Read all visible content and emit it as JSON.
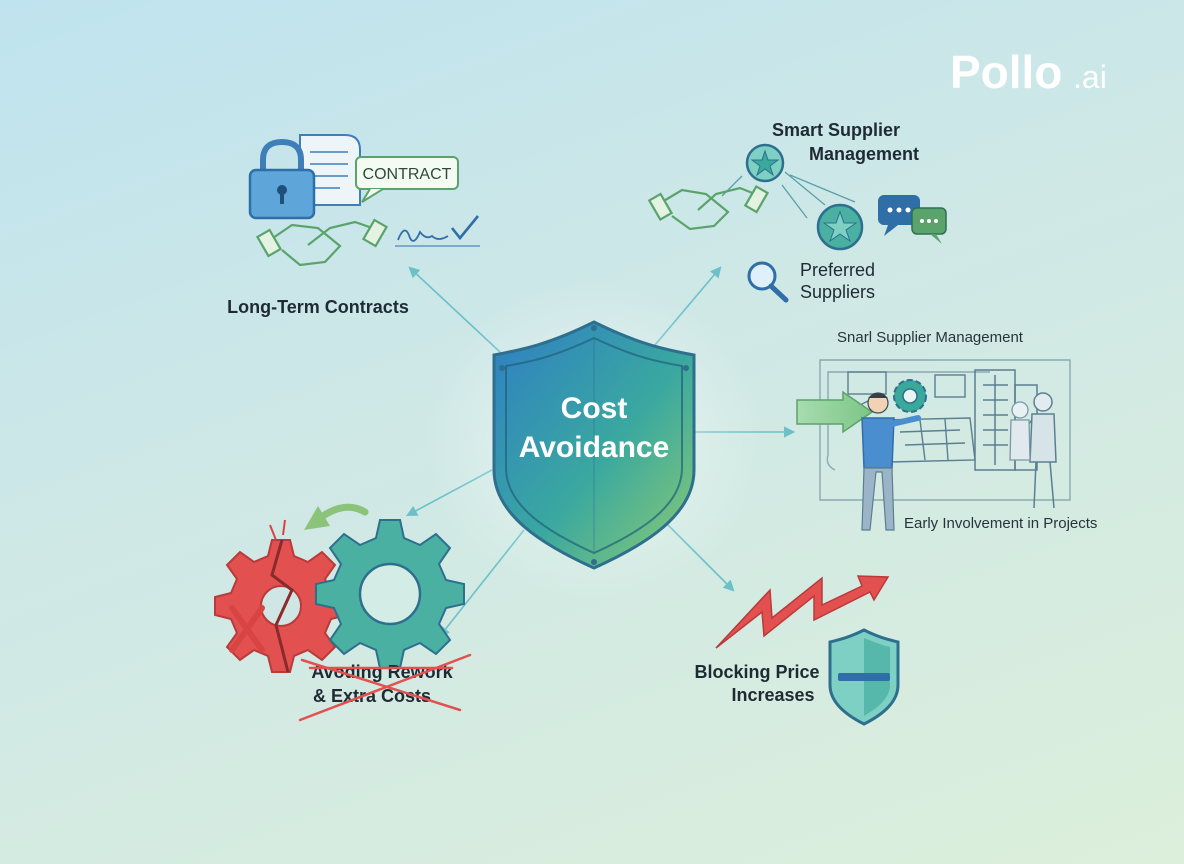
{
  "brand": {
    "logo_main": "Pollo",
    "logo_suffix": ".ai"
  },
  "center": {
    "line1": "Cost",
    "line2": "Avoidance"
  },
  "nodes": {
    "long_term": {
      "label": "Long-Term Contracts",
      "badge": "CONTRACT"
    },
    "supplier": {
      "title_line1": "Smart Supplier",
      "title_line2": "Management",
      "sub_line1": "Preferred",
      "sub_line2": "Suppliers"
    },
    "early": {
      "caption": "Snarl Supplier Management",
      "label": "Early Involvement in Projects"
    },
    "rework": {
      "line1": "Avoding Rework",
      "line2": "& Extra Costs"
    },
    "price": {
      "line1": "Blocking Price",
      "line2": "Increases"
    }
  },
  "colors": {
    "shield_blue": "#2f7fc4",
    "shield_green": "#7dc47a",
    "accent_teal": "#3aa89a",
    "accent_red": "#e2514f",
    "line": "#6cc0c8"
  }
}
